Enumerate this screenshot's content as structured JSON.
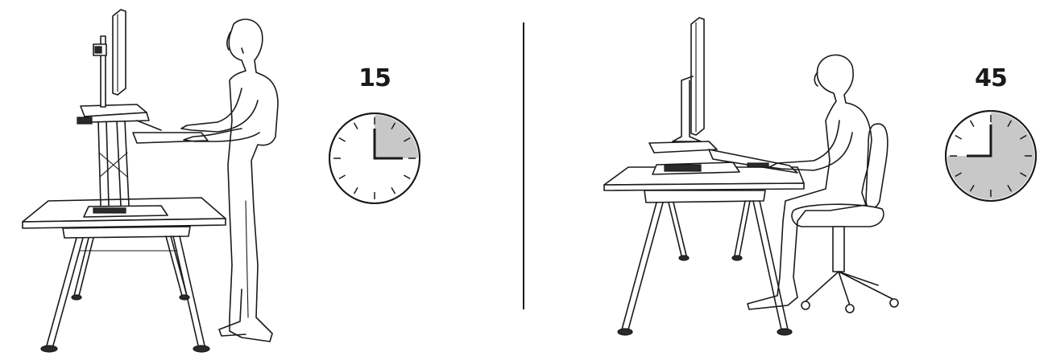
{
  "panels": [
    {
      "id": "standing",
      "minutes": "15",
      "shaded_fraction": 0.25,
      "shade_color": "#c8c8c8"
    },
    {
      "id": "sitting",
      "minutes": "45",
      "shaded_fraction": 0.75,
      "shade_color": "#c8c8c8"
    }
  ]
}
